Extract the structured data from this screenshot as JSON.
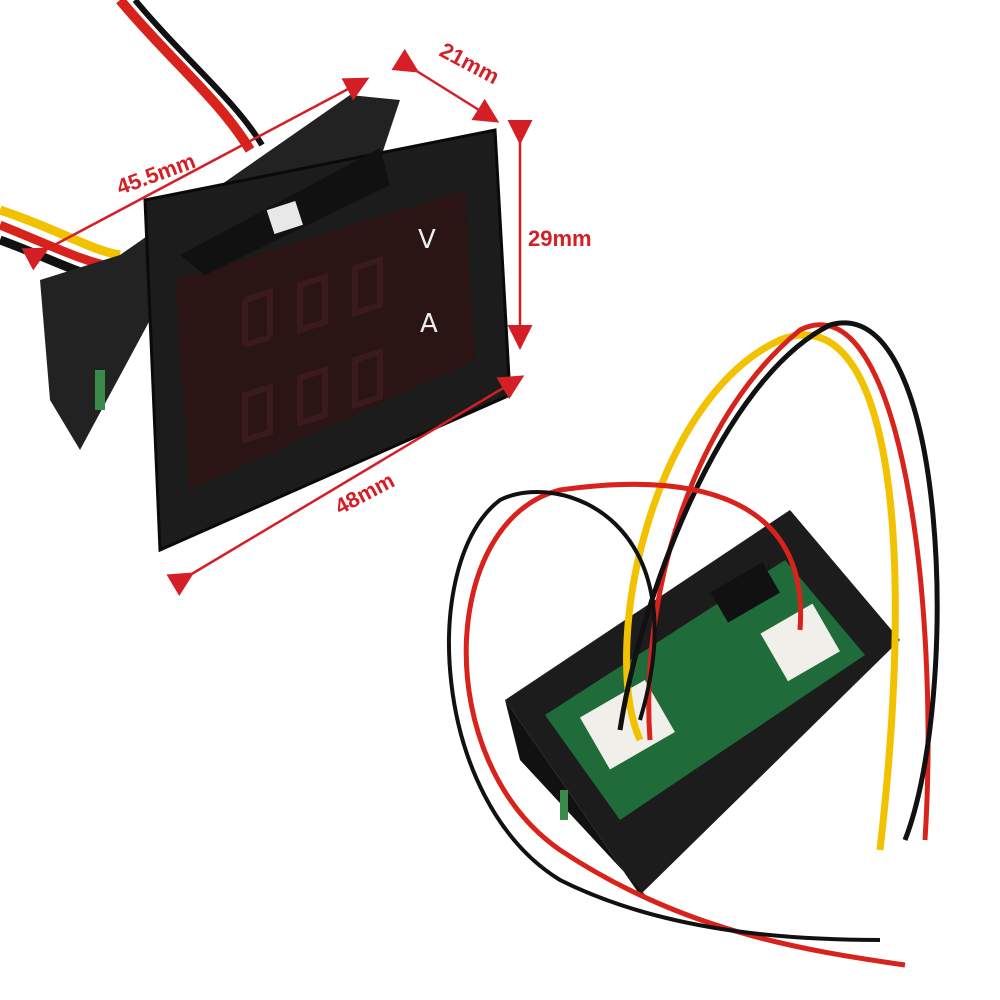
{
  "dimensions": {
    "depth": "21mm",
    "length": "45.5mm",
    "height": "29mm",
    "width": "48mm"
  },
  "display": {
    "voltage_symbol": "V",
    "current_symbol": "A"
  },
  "colors": {
    "dimension_arrow": "#d41f26",
    "case": "#1c1c1c",
    "pcb": "#1f6b3a",
    "wire_red": "#d8231c",
    "wire_yellow": "#f2c200",
    "wire_black": "#111111"
  }
}
